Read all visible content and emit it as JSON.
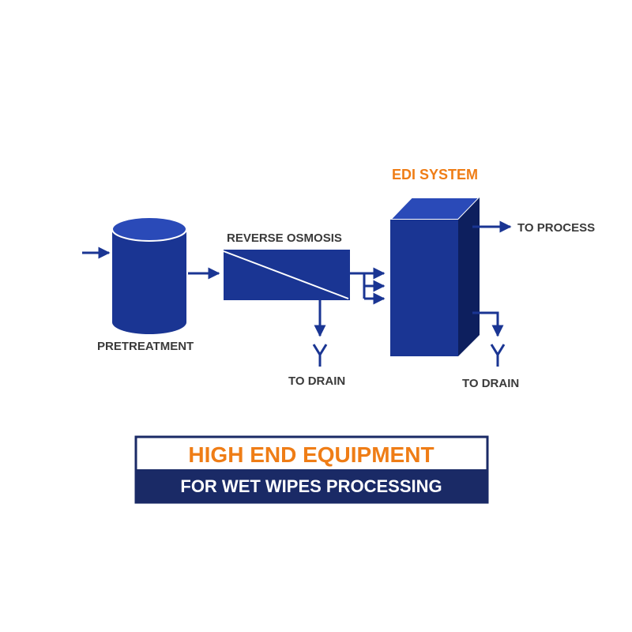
{
  "labels": {
    "pretreatment": "PRETREATMENT",
    "reverse_osmosis": "REVERSE OSMOSIS",
    "edi_system": "EDI SYSTEM",
    "to_process": "TO PROCESS",
    "to_drain_ro": "TO DRAIN",
    "to_drain_edi": "TO DRAIN"
  },
  "banner": {
    "headline": "HIGH END EQUIPMENT",
    "subline": "FOR WET WIPES PROCESSING"
  },
  "colors": {
    "equipment_blue": "#1a3593",
    "equipment_dark": "#0d1f5e",
    "accent_orange": "#ef7d16",
    "label_gray": "#3a3a3a",
    "banner_navy": "#1a2a66"
  }
}
